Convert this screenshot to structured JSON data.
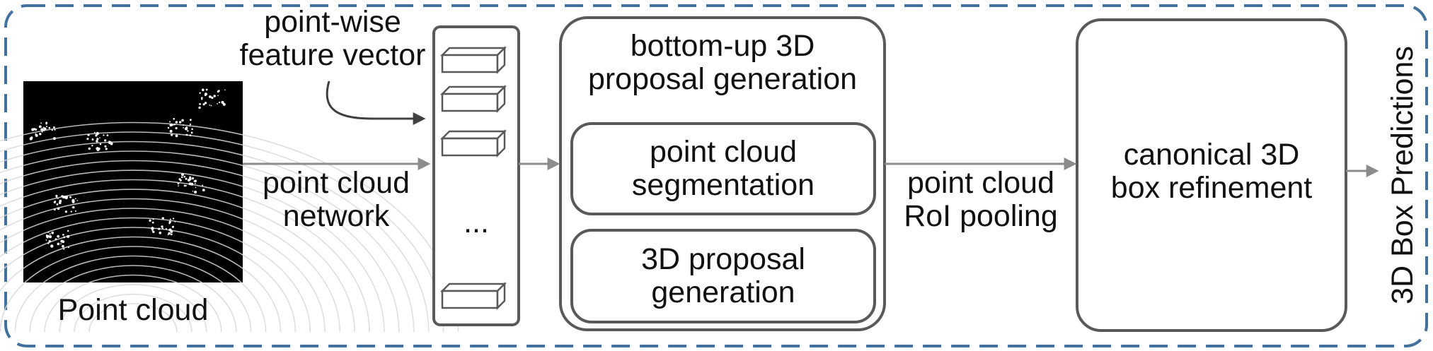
{
  "diagram": {
    "input_caption": "Point cloud",
    "feature_label": [
      "point-wise",
      "feature vector"
    ],
    "network_label": [
      "point cloud",
      "network"
    ],
    "ellipsis": "...",
    "stage1": {
      "title": [
        "bottom-up 3D",
        "proposal generation"
      ],
      "seg_box": [
        "point cloud",
        "segmentation"
      ],
      "proposal_box": [
        "3D proposal",
        "generation"
      ]
    },
    "pooling_label": [
      "point cloud",
      "RoI pooling"
    ],
    "stage2_box": [
      "canonical 3D",
      "box refinement"
    ],
    "output_label": "3D Box Predictions"
  },
  "colors": {
    "frame": "#41719C",
    "box_stroke": "#595959",
    "arrow": "#8C8C8C",
    "arrow_dark": "#404040",
    "text": "#111111",
    "lidar_bg": "#000000"
  }
}
